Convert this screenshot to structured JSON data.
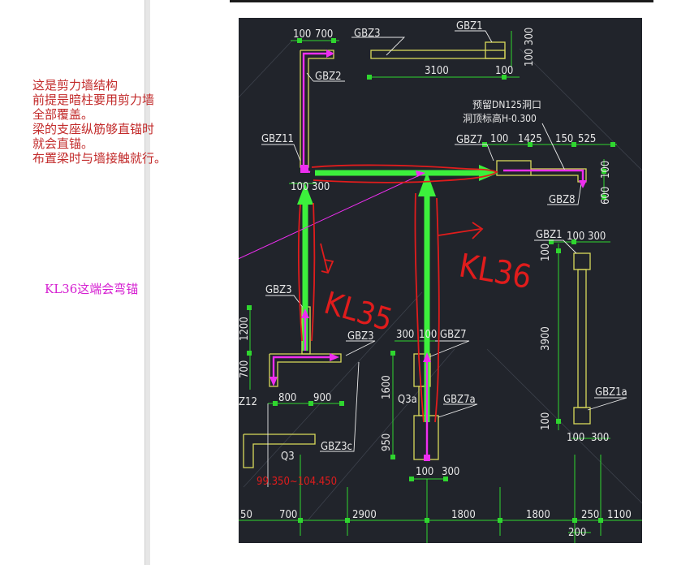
{
  "annotation_note": {
    "lines": [
      "这是剪力墙结构",
      "前提是暗柱要用剪力墙",
      "全部覆盖。",
      "梁的支座纵筋够直锚时",
      "就会直锚。",
      "布置梁时与墙接触就行。"
    ]
  },
  "callout": {
    "text": "KL36这端会弯锚"
  },
  "handwriting": {
    "kl35": "KL35",
    "kl36": "KL36"
  },
  "drawing": {
    "labels": {
      "gbz3_top": "GBZ3",
      "gbz1_top": "GBZ1",
      "gbz2": "GBZ2",
      "gbz11": "GBZ11",
      "gbz7_right": "GBZ7",
      "gbz8": "GBZ8",
      "gbz1_right": "GBZ1",
      "gbz3_left": "GBZ3",
      "gbz3_mid": "GBZ3",
      "gbz7_mid": "GBZ7",
      "gbz7a": "GBZ7a",
      "q3a": "Q3a",
      "gbz1a": "GBZ1a",
      "gbz12": "Z12",
      "q3": "Q3",
      "gbz3c": "GBZ3c",
      "reserve_hole": "预留DN125洞口",
      "hole_elevation": "洞顶标高H-0.300",
      "elev_range": "99.350~104.450"
    },
    "dims": {
      "d100_top": "100",
      "d700_top": "700",
      "d300_top_v": "300",
      "d3100": "3100",
      "d100_mid": "100",
      "d100_right_v": "100",
      "d100_a": "100",
      "d1425": "1425",
      "d150": "150",
      "d525": "525",
      "d100_b_v": "100",
      "d600_v": "600",
      "d100_c": "100",
      "d300_c": "300",
      "d100_gbz1": "100",
      "d300_gbz1": "300",
      "d100_gbz1_v": "100",
      "d3900": "3900",
      "d100_gbz1a_v": "100",
      "d100_gbz1a": "100",
      "d300_gbz1a": "300",
      "d1200": "1200",
      "d700_left": "700",
      "d800": "800",
      "d900": "900",
      "d300_mid": "300",
      "d100_mid2": "100",
      "d1600": "1600",
      "d950": "950",
      "d100_bot": "100",
      "d300_bot": "300",
      "b50": "50",
      "b700": "700",
      "b2900": "2900",
      "b1800a": "1800",
      "b1800b": "1800",
      "b250": "250",
      "b1100": "1100",
      "b200": "200"
    }
  },
  "colors": {
    "canvas_bg": "#21242b",
    "cad_green": "#2fd62f",
    "cad_yellow": "#d9d95a",
    "cad_white": "#e8e8e8",
    "beam_green": "#3cf03c",
    "rebar_magenta": "#ee2ef0",
    "annotation_red": "#e01c1c",
    "note_red": "#c22a2a"
  }
}
